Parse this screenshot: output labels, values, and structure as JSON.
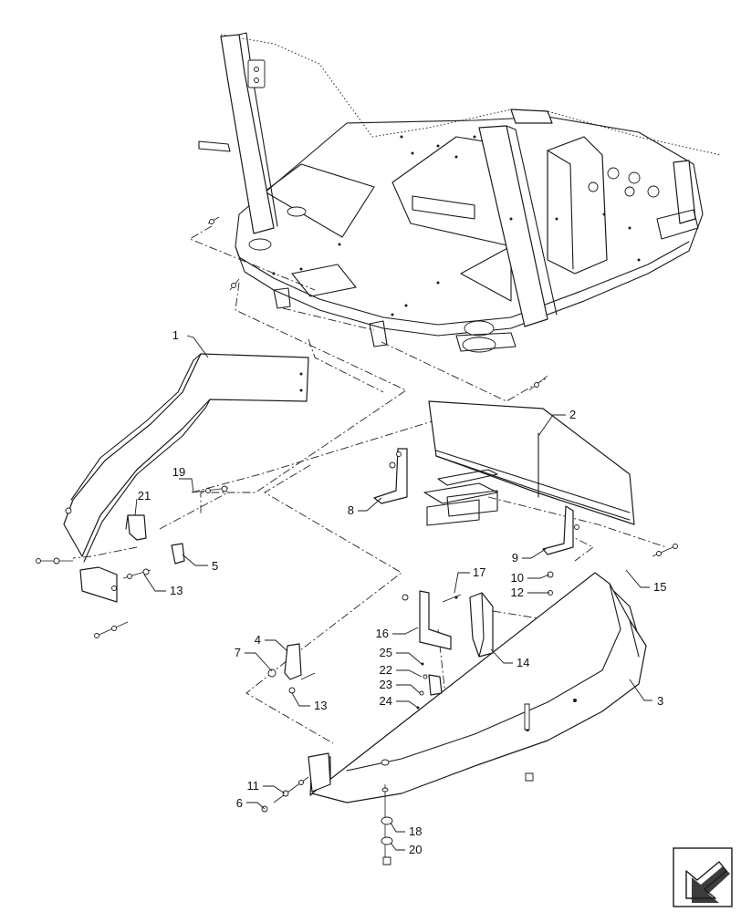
{
  "callouts": [
    {
      "id": "c1",
      "label": "1"
    },
    {
      "id": "c2",
      "label": "2"
    },
    {
      "id": "c3",
      "label": "3"
    },
    {
      "id": "c4",
      "label": "4"
    },
    {
      "id": "c5",
      "label": "5"
    },
    {
      "id": "c6",
      "label": "6"
    },
    {
      "id": "c7",
      "label": "7"
    },
    {
      "id": "c8",
      "label": "8"
    },
    {
      "id": "c9",
      "label": "9"
    },
    {
      "id": "c10",
      "label": "10"
    },
    {
      "id": "c11",
      "label": "11"
    },
    {
      "id": "c12",
      "label": "12"
    },
    {
      "id": "c13a",
      "label": "13"
    },
    {
      "id": "c13b",
      "label": "13"
    },
    {
      "id": "c14",
      "label": "14"
    },
    {
      "id": "c15",
      "label": "15"
    },
    {
      "id": "c16",
      "label": "16"
    },
    {
      "id": "c17",
      "label": "17"
    },
    {
      "id": "c18",
      "label": "18"
    },
    {
      "id": "c19",
      "label": "19"
    },
    {
      "id": "c20",
      "label": "20"
    },
    {
      "id": "c21",
      "label": "21"
    },
    {
      "id": "c22",
      "label": "22"
    },
    {
      "id": "c23",
      "label": "23"
    },
    {
      "id": "c24",
      "label": "24"
    },
    {
      "id": "c25",
      "label": "25"
    }
  ],
  "icons": {
    "navigation": "arrow-left-down-icon"
  }
}
